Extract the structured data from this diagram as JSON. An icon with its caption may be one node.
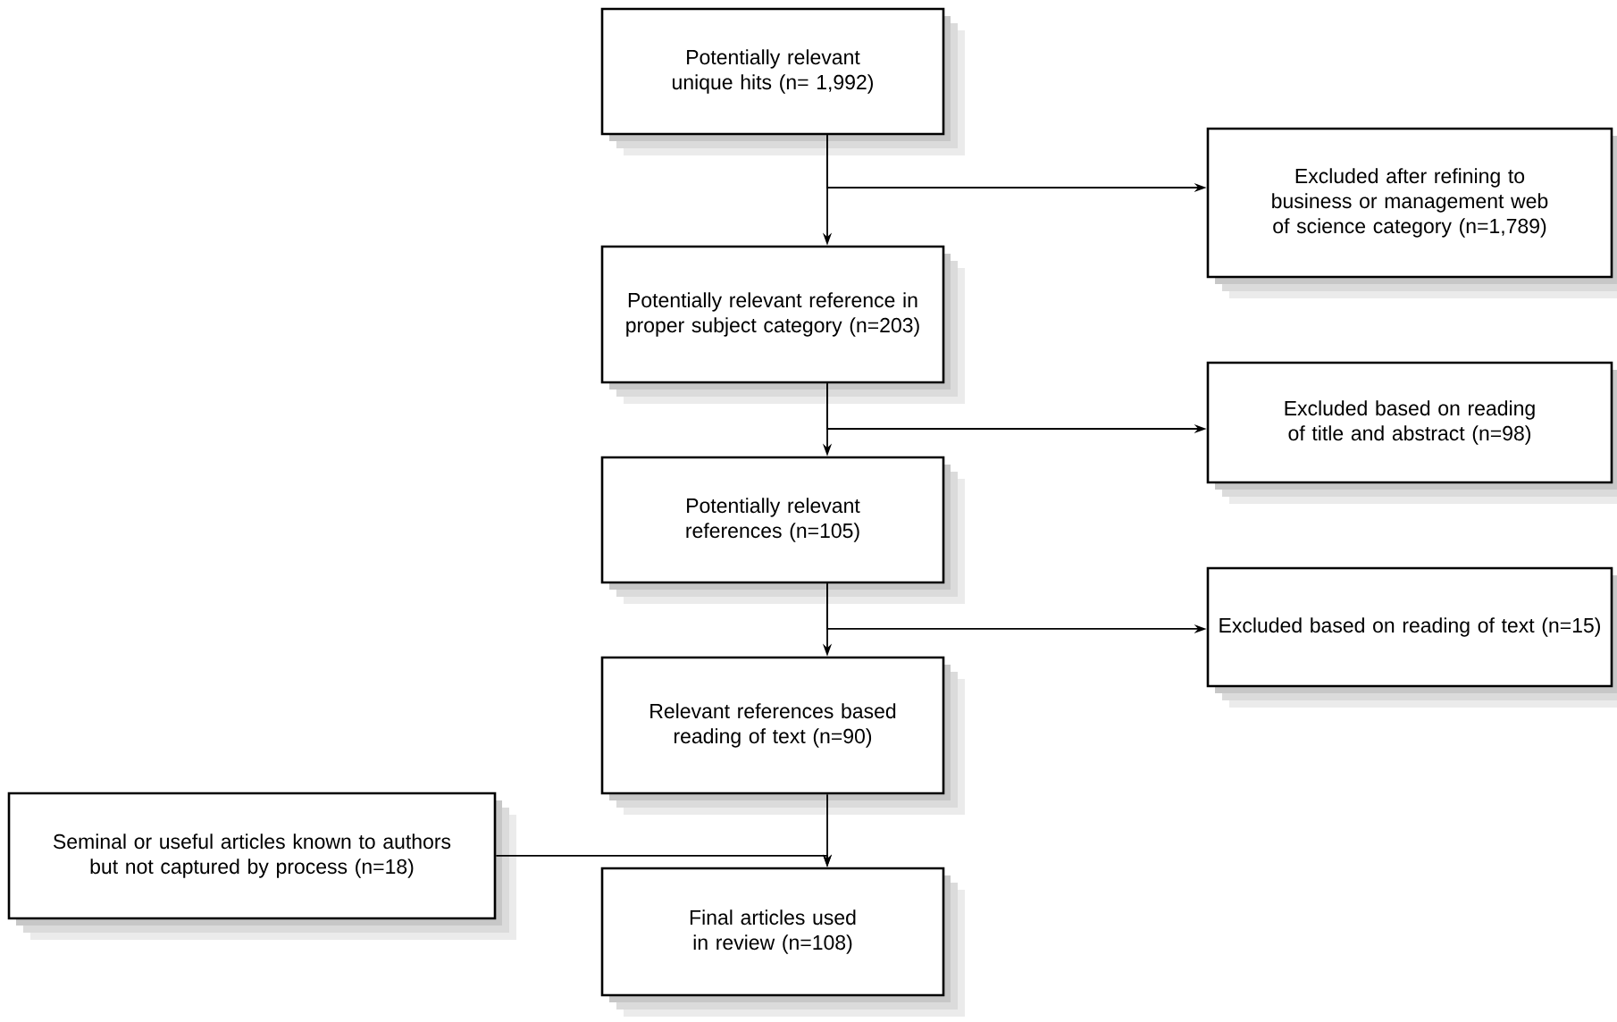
{
  "diagram": {
    "nodes": [
      {
        "text": [
          "Potentially relevant unique hits (n= 1,992)"
        ]
      },
      {
        "text": [
          "Excluded after refining to business or management web of science category (n=1,789)"
        ]
      },
      {
        "text": [
          "Potentially relevant reference in proper subject category (n=203)"
        ]
      },
      {
        "text": [
          "Excluded based on reading of title and abstract (n=98)"
        ]
      },
      {
        "text": [
          "Potentially relevant references (n=105)"
        ]
      },
      {
        "text": [
          "Excluded based on reading of text (n=15)"
        ]
      },
      {
        "text": [
          "Relevant references based reading of text  (n=90)"
        ]
      },
      {
        "text": [
          "Seminal or useful  articles known to authors but not captured by process (n=18)"
        ]
      },
      {
        "text": [
          "Final articles used in review (n=108)"
        ]
      }
    ],
    "edges": [
      {
        "from": 0,
        "to": 2,
        "arrow": "to"
      },
      {
        "from": 0,
        "to": 1,
        "arrow": "to"
      },
      {
        "from": 2,
        "to": 4,
        "arrow": "to"
      },
      {
        "from": 2,
        "to": 3,
        "arrow": "to"
      },
      {
        "from": 4,
        "to": 6,
        "arrow": "to"
      },
      {
        "from": 4,
        "to": 5,
        "arrow": "to"
      },
      {
        "from": 6,
        "to": 8,
        "arrow": "to"
      },
      {
        "from": 7,
        "to": 8,
        "arrow": "to"
      }
    ]
  }
}
